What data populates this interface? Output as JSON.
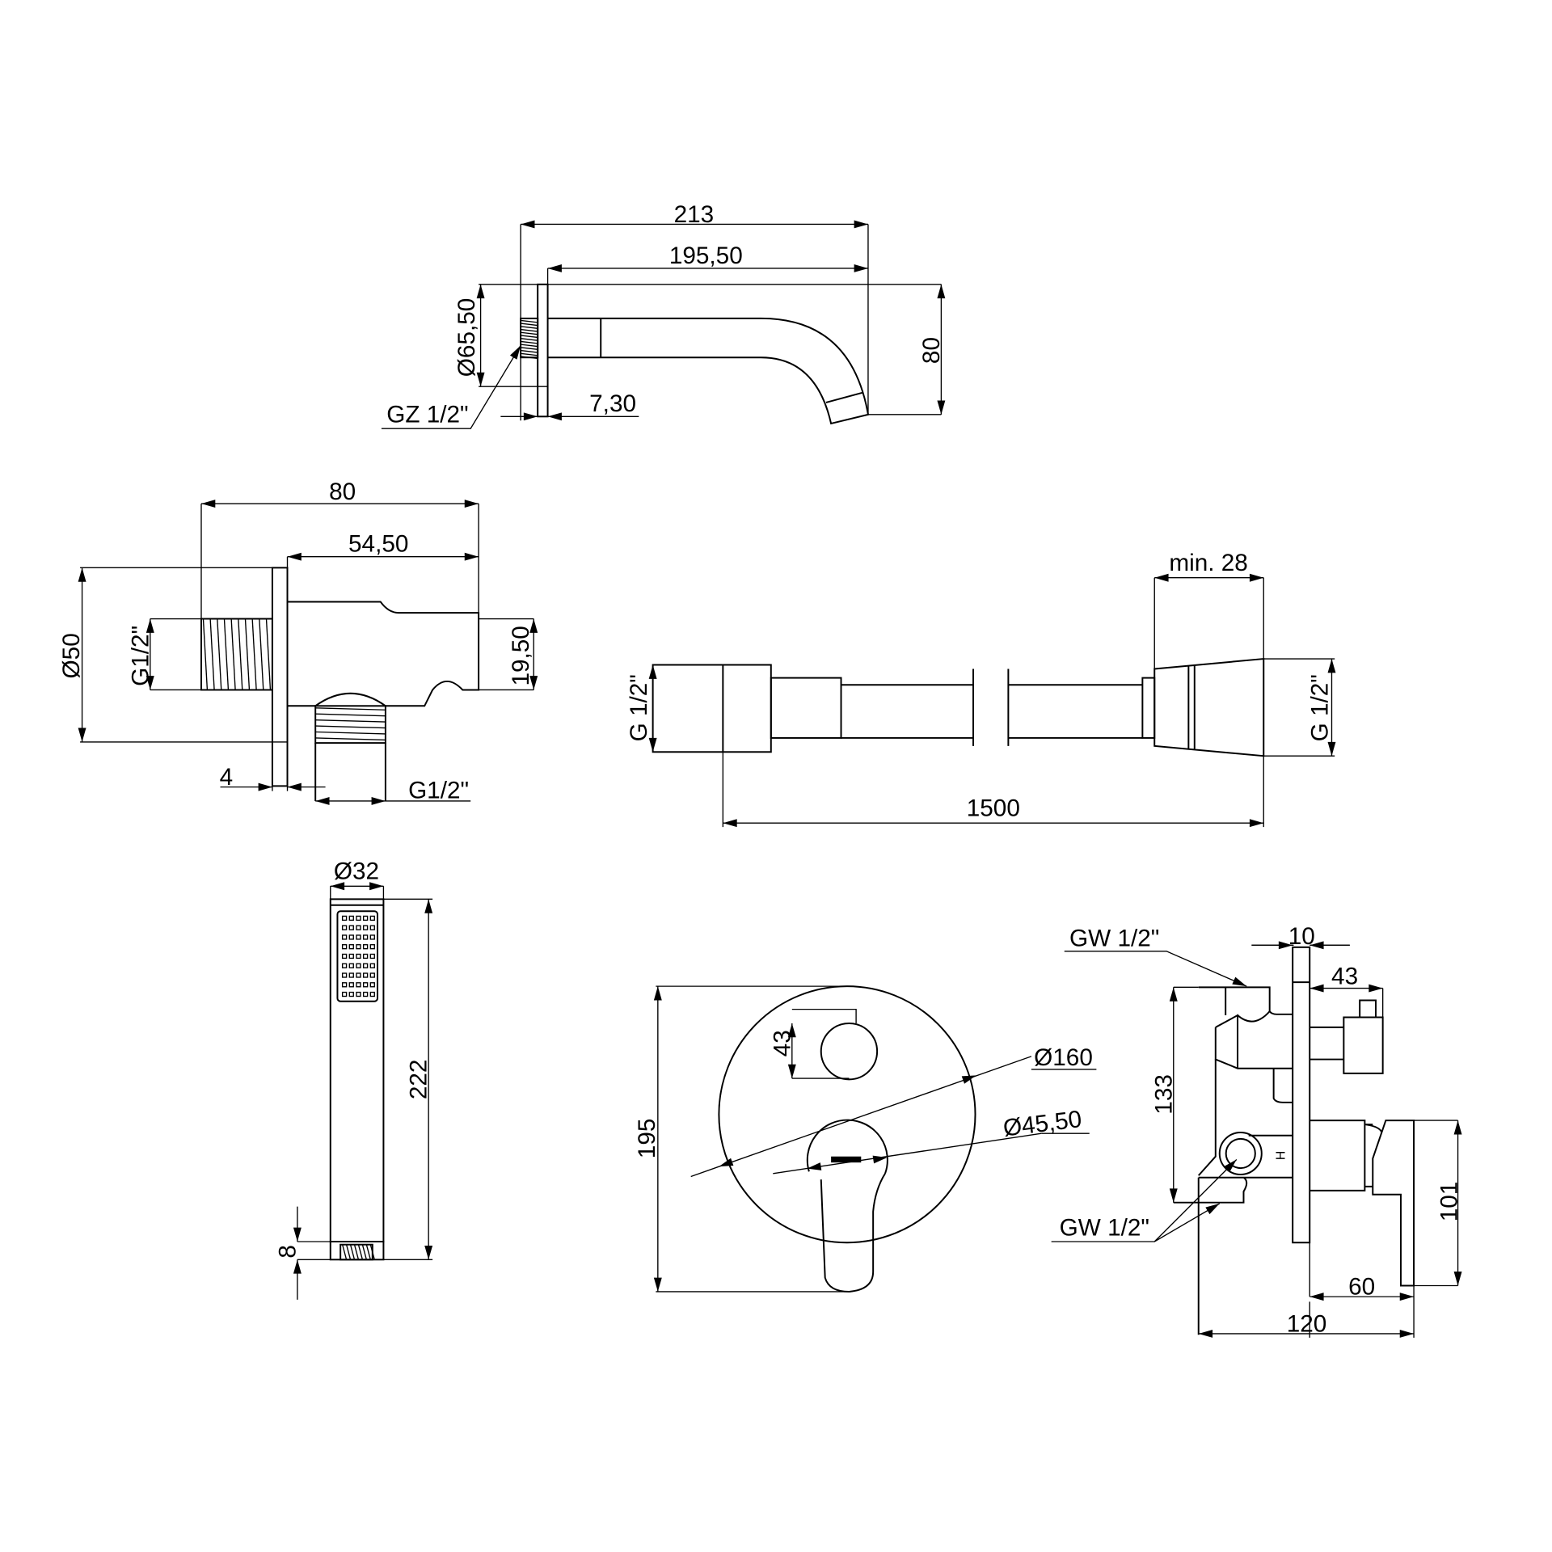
{
  "spout_view": {
    "length_total": "213",
    "length_spout": "195,50",
    "plate_diameter": "Ø65,50",
    "height": "80",
    "thread": "GZ 1/2\"",
    "plate_thickness": "7,30"
  },
  "wall_connector": {
    "length_total": "80",
    "length_body": "54,50",
    "plate_diameter": "Ø50",
    "thread_in": "G1/2\"",
    "hook_height": "19,50",
    "plate_thickness": "4",
    "thread_out": "G1/2\""
  },
  "hose": {
    "min_length_label": "min. 28",
    "thread_left": "G 1/2\"",
    "thread_right": "G 1/2\"",
    "length": "1500"
  },
  "hand_shower": {
    "diameter": "Ø32",
    "length": "222",
    "connector_length": "8"
  },
  "mixer_front": {
    "height": "195",
    "knob_offset": "43",
    "plate_diameter": "Ø160",
    "lever_diameter": "Ø45,50"
  },
  "mixer_side": {
    "outlet_top": "GW 1/2\"",
    "plate_thickness": "10",
    "knob_depth": "43",
    "body_height": "133",
    "lever_height": "101",
    "inlets": "GW 1/2\"",
    "lever_depth": "60",
    "total_depth": "120",
    "hot_mark": "H"
  }
}
